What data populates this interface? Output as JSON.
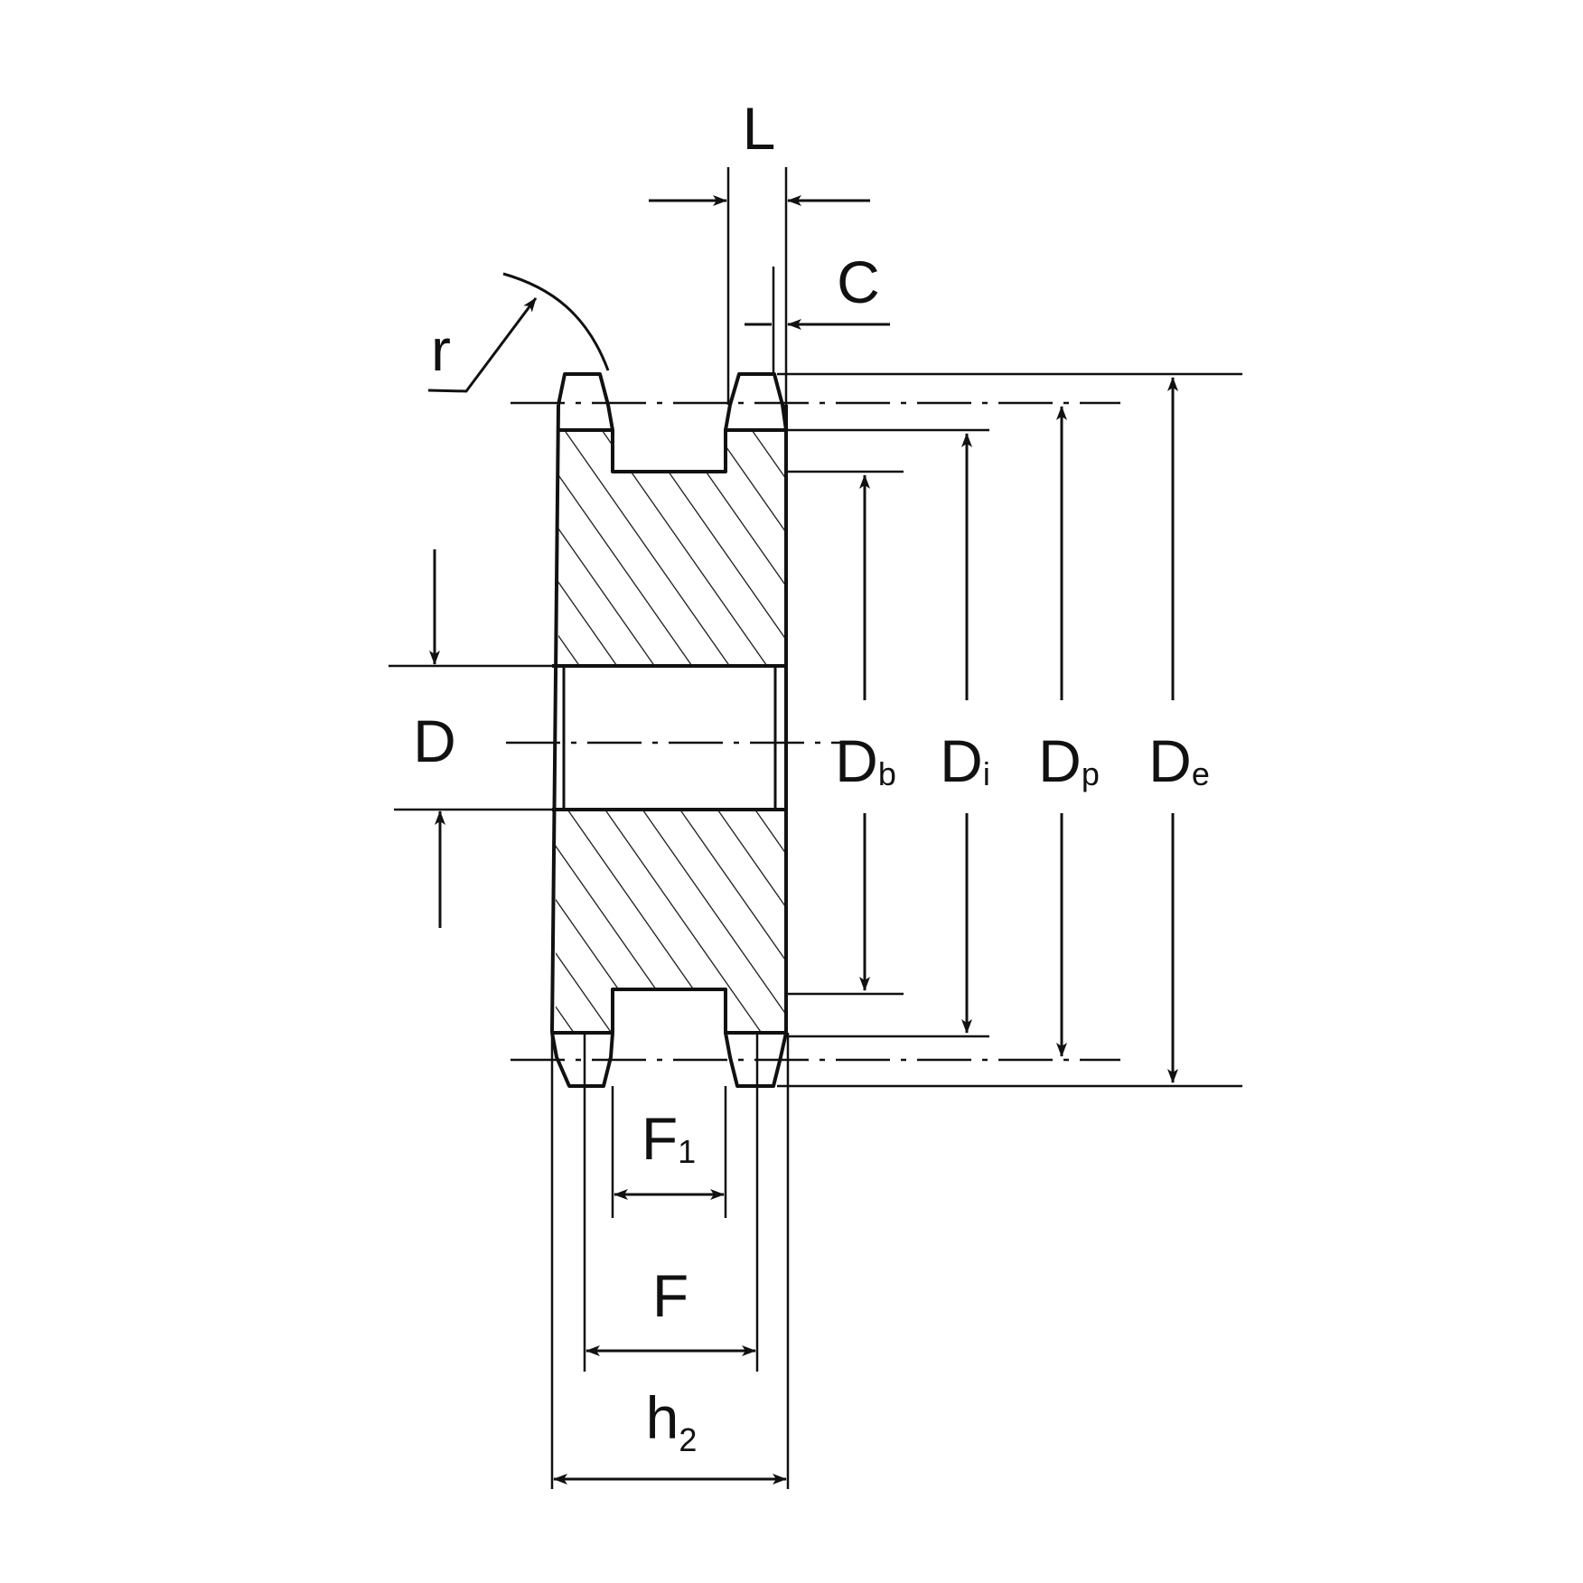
{
  "labels": {
    "L": "L",
    "C": "C",
    "r": "r",
    "D": "D",
    "Db": {
      "main": "D",
      "sub": "b"
    },
    "Di": {
      "main": "D",
      "sub": "i"
    },
    "Dp": {
      "main": "D",
      "sub": "p"
    },
    "De": {
      "main": "D",
      "sub": "e"
    },
    "F1": {
      "main": "F",
      "sub": "1"
    },
    "F": "F",
    "h2": {
      "main": "h",
      "sub": "2"
    }
  },
  "colors": {
    "line": "#111111",
    "background": "#ffffff"
  }
}
